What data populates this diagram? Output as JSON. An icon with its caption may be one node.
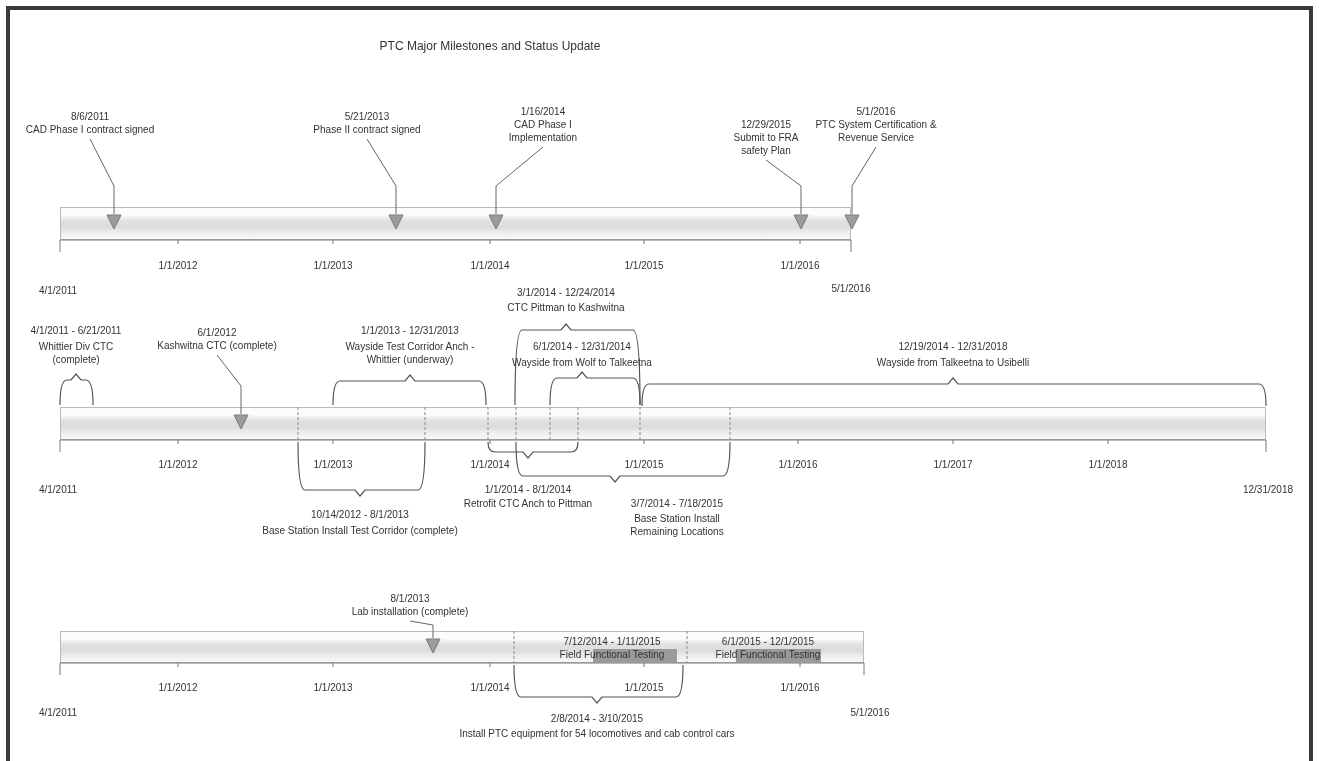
{
  "diagram": {
    "title": "PTC Major Milestones and Status Update",
    "nodes": [
      {
        "text": [
          "8/6/2011",
          "CAD Phase I contract signed"
        ]
      },
      {
        "text": [
          "5/21/2013",
          "Phase II contract signed"
        ]
      },
      {
        "text": [
          "1/16/2014",
          "CAD Phase I Implementation"
        ]
      },
      {
        "text": [
          "12/29/2015",
          "Submit to FRA safety Plan"
        ]
      },
      {
        "text": [
          "5/1/2016",
          "PTC System Certification & Revenue Service"
        ]
      },
      {
        "text": [],
        "shape": "bar"
      },
      {
        "text": [],
        "shape": "triangle",
        "in": 5
      },
      {
        "text": [],
        "shape": "triangle",
        "in": 5
      },
      {
        "text": [],
        "shape": "triangle",
        "in": 5
      },
      {
        "text": [],
        "shape": "triangle",
        "in": 5
      },
      {
        "text": [],
        "shape": "triangle",
        "in": 5
      },
      {
        "text": [
          "6/1/2012",
          "Kashwitna CTC (complete)"
        ]
      },
      {
        "text": [],
        "shape": "bar"
      },
      {
        "text": [],
        "shape": "triangle",
        "in": 12
      },
      {
        "text": [
          "8/1/2013",
          "Lab installation (complete)"
        ]
      },
      {
        "text": [],
        "shape": "bar"
      },
      {
        "text": [],
        "shape": "triangle",
        "in": 15
      },
      {
        "text": [
          "7/12/2014 - 1/11/2015",
          "Field Functional Testing"
        ],
        "in": 15
      },
      {
        "text": [
          "6/1/2015 - 12/1/2015",
          "Field Functional Testing"
        ],
        "in": 15
      }
    ],
    "edges": [
      {
        "from": 0,
        "to": 6,
        "arrow": "none"
      },
      {
        "from": 1,
        "to": 7,
        "arrow": "none"
      },
      {
        "from": 2,
        "to": 8,
        "arrow": "none"
      },
      {
        "from": 3,
        "to": 9,
        "arrow": "none"
      },
      {
        "from": 4,
        "to": 10,
        "arrow": "none"
      },
      {
        "from": 11,
        "to": 13,
        "arrow": "none"
      },
      {
        "from": 14,
        "to": 16,
        "arrow": "none"
      }
    ],
    "labels": [
      "1/1/2012",
      "1/1/2013",
      "1/1/2014",
      "1/1/2015",
      "1/1/2016",
      "4/1/2011",
      "5/1/2016",
      "3/1/2014 - 12/24/2014",
      "CTC Pittman to Kashwitna",
      "4/1/2011 - 6/21/2011",
      "Whittier Div CTC (complete)",
      "1/1/2013 - 12/31/2013",
      "Wayside Test Corridor Anch - Whittier (underway)",
      "6/1/2014 - 12/31/2014",
      "Wayside from Wolf to Talkeetna",
      "12/19/2014 - 12/31/2018",
      "Wayside from Talkeetna to Usibelli",
      "1/1/2012",
      "1/1/2013",
      "1/1/2014",
      "1/1/2015",
      "1/1/2016",
      "1/1/2017",
      "1/1/2018",
      "4/1/2011",
      "1/1/2014 - 8/1/2014",
      "12/31/2018",
      "Retrofit CTC Anch to Pittman",
      "3/7/2014 - 7/18/2015",
      "10/14/2012 - 8/1/2013",
      "Base Station Install Remaining Locations",
      "Base Station Install Test Corridor (complete)",
      "1/1/2012",
      "1/1/2013",
      "1/1/2014",
      "1/1/2015",
      "1/1/2016",
      "4/1/2011",
      "5/1/2016",
      "2/8/2014 - 3/10/2015",
      "Install PTC equipment for 54 locomotives and cab control cars"
    ]
  }
}
